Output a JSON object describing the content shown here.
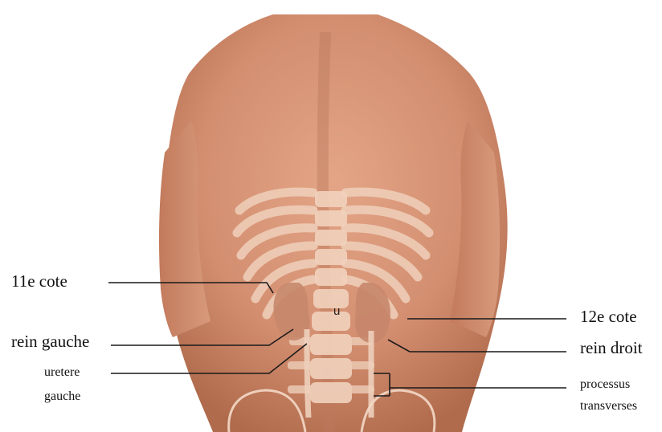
{
  "labels": {
    "left": {
      "rib11": "11e cote",
      "kidney_left": "rein gauche",
      "ureter_left_line1": "uretere",
      "ureter_left_line2": "gauche"
    },
    "right": {
      "rib12": "12e cote",
      "kidney_right": "rein droit",
      "processes_line1": "processus",
      "processes_line2": "transverses"
    },
    "center_marker": "u"
  },
  "colors": {
    "skin": "#d9967a",
    "skin_shadow": "#b8704f",
    "skeleton_overlay": "#f2d6c2",
    "kidney": "#c98a70",
    "leader_line": "#1a1a1a",
    "background": "#ffffff"
  }
}
